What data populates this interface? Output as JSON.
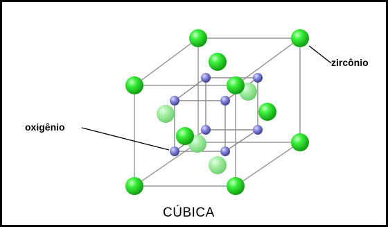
{
  "diagram": {
    "labels": {
      "zirconium": "zircônio",
      "oxygen": "oxigênio",
      "structure": "CÚBICA"
    },
    "atoms": {
      "zirconium_color": "#22dd22",
      "oxygen_color": "#6a6ac8"
    },
    "colors": {
      "edge": "#9a9a9a",
      "frame": "#000000"
    }
  }
}
